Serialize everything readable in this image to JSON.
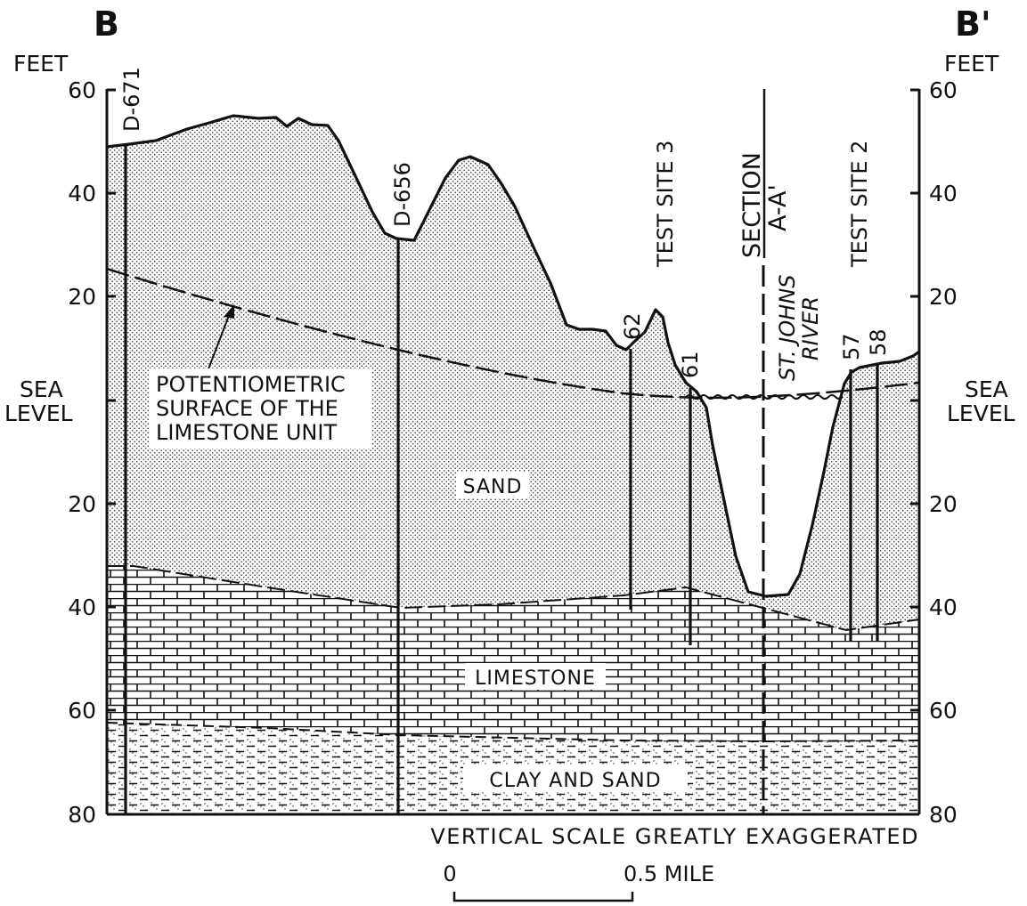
{
  "section": {
    "start_label": "B",
    "end_label": "B'"
  },
  "axes": {
    "unit_label": "FEET",
    "sea_level_label_line1": "SEA",
    "sea_level_label_line2": "LEVEL",
    "ticks_above": [
      "60",
      "40",
      "20"
    ],
    "ticks_below": [
      "20",
      "40",
      "60",
      "80"
    ]
  },
  "wells": {
    "d671": "D-671",
    "d656": "D-656",
    "w62": "62",
    "w61": "61",
    "w57": "57",
    "w58": "58"
  },
  "sites": {
    "test_site_3": "TEST SITE 3",
    "test_site_2": "TEST SITE 2"
  },
  "section_marker": {
    "line1": "SECTION",
    "line2": "A-A'"
  },
  "river": {
    "line1": "ST. JOHNS",
    "line2": "RIVER"
  },
  "potentiometric": {
    "line1": "POTENTIOMETRIC",
    "line2": "SURFACE OF THE",
    "line3": "LIMESTONE UNIT"
  },
  "strata": {
    "sand": "SAND",
    "limestone": "LIMESTONE",
    "clay_sand": "CLAY AND SAND"
  },
  "scale_note": "VERTICAL SCALE GREATLY EXAGGERATED",
  "scale_bar": {
    "left": "0",
    "right": "0.5 MILE"
  },
  "colors": {
    "ink": "#111111",
    "background": "#ffffff"
  }
}
